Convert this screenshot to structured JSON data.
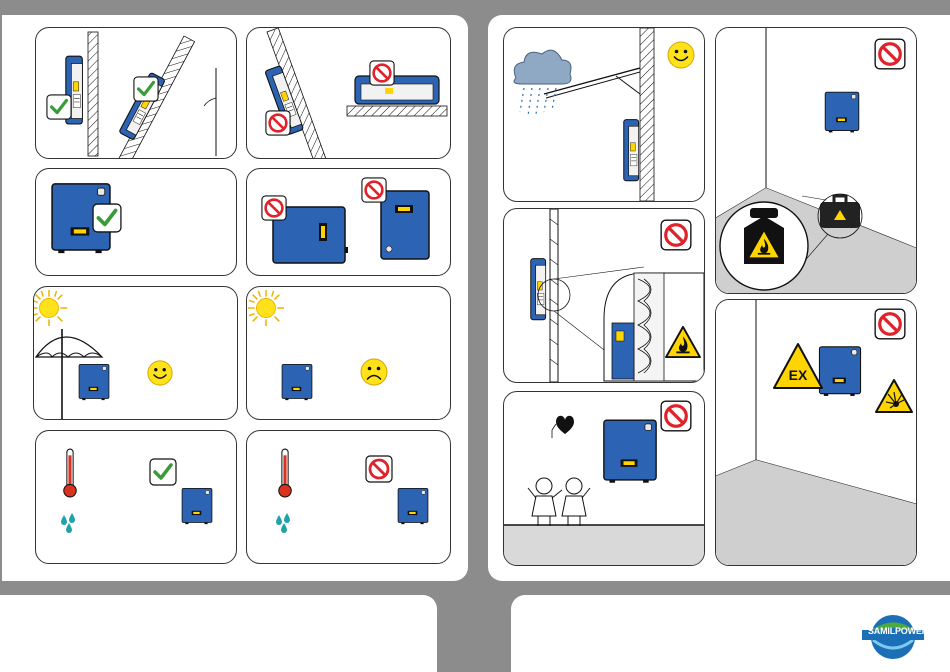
{
  "colors": {
    "background": "#8c8c8c",
    "inverter_blue": "#2d63b3",
    "check_green": "#3b9a3a",
    "prohibited_red": "#e0222b",
    "warning_yellow": "#ffd400",
    "smiley_yellow": "#ffe21a",
    "water_teal": "#1fa2a9",
    "thermometer_red": "#d9321f"
  },
  "icons": {
    "check": "check-icon",
    "prohibited": "prohibited-icon",
    "happy": "happy-face-icon",
    "sad": "sad-face-icon",
    "sun": "sun-icon",
    "rain": "rain-cloud-icon",
    "fire": "fire-hazard-icon",
    "explosion": "explosion-hazard-icon",
    "heart": "heart-icon",
    "children": "children-icon"
  },
  "labels": {
    "ex_sign": "EX"
  },
  "logo": {
    "text_a": "SAMIL",
    "text_b": "POWER",
    "color_green": "#4daa3c",
    "color_blue": "#1b6fb7"
  }
}
